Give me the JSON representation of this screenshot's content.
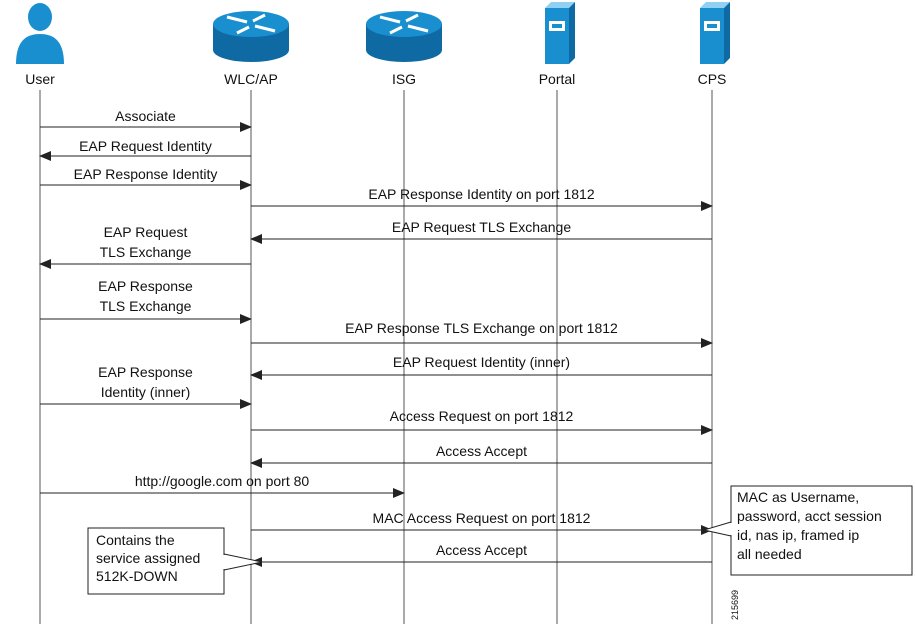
{
  "participants": [
    {
      "id": "user",
      "label": "User",
      "icon": "user-icon"
    },
    {
      "id": "wlc",
      "label": "WLC/AP",
      "icon": "router-icon"
    },
    {
      "id": "isg",
      "label": "ISG",
      "icon": "router-icon"
    },
    {
      "id": "portal",
      "label": "Portal",
      "icon": "server-icon"
    },
    {
      "id": "cps",
      "label": "CPS",
      "icon": "server-icon"
    }
  ],
  "messages": [
    {
      "from": "user",
      "to": "wlc",
      "lines": [
        "Associate"
      ]
    },
    {
      "from": "wlc",
      "to": "user",
      "lines": [
        "EAP Request Identity"
      ]
    },
    {
      "from": "user",
      "to": "wlc",
      "lines": [
        "EAP Response Identity"
      ]
    },
    {
      "from": "wlc",
      "to": "cps",
      "lines": [
        "EAP Response Identity on port 1812"
      ]
    },
    {
      "from": "cps",
      "to": "wlc",
      "lines": [
        "EAP Request TLS Exchange"
      ]
    },
    {
      "from": "wlc",
      "to": "user",
      "lines": [
        "EAP Request",
        "TLS Exchange"
      ]
    },
    {
      "from": "user",
      "to": "wlc",
      "lines": [
        "EAP Response",
        "TLS Exchange"
      ]
    },
    {
      "from": "wlc",
      "to": "cps",
      "lines": [
        "EAP Response TLS Exchange on port 1812"
      ]
    },
    {
      "from": "cps",
      "to": "wlc",
      "lines": [
        "EAP Request Identity (inner)"
      ]
    },
    {
      "from": "user",
      "to": "wlc",
      "lines": [
        "EAP Response",
        "Identity (inner)"
      ]
    },
    {
      "from": "wlc",
      "to": "cps",
      "lines": [
        "Access Request on port 1812"
      ]
    },
    {
      "from": "cps",
      "to": "wlc",
      "lines": [
        "Access Accept"
      ]
    },
    {
      "from": "user",
      "to": "isg",
      "lines": [
        "http://google.com on port 80"
      ]
    },
    {
      "from": "wlc",
      "to": "cps",
      "lines": [
        "MAC Access Request on port 1812"
      ]
    },
    {
      "from": "cps",
      "to": "wlc",
      "lines": [
        "Access Accept"
      ]
    }
  ],
  "notes": [
    {
      "id": "note-cps",
      "lines": [
        "MAC as Username,",
        "password, acct session",
        "id, nas ip, framed ip",
        "all needed"
      ]
    },
    {
      "id": "note-wlc",
      "lines": [
        "Contains the",
        "service assigned",
        "512K-DOWN"
      ]
    }
  ],
  "figure_id": "215699",
  "colors": {
    "icon_blue": "#1a8fd0",
    "icon_dark": "#0f6aa3",
    "line": "#222222"
  }
}
